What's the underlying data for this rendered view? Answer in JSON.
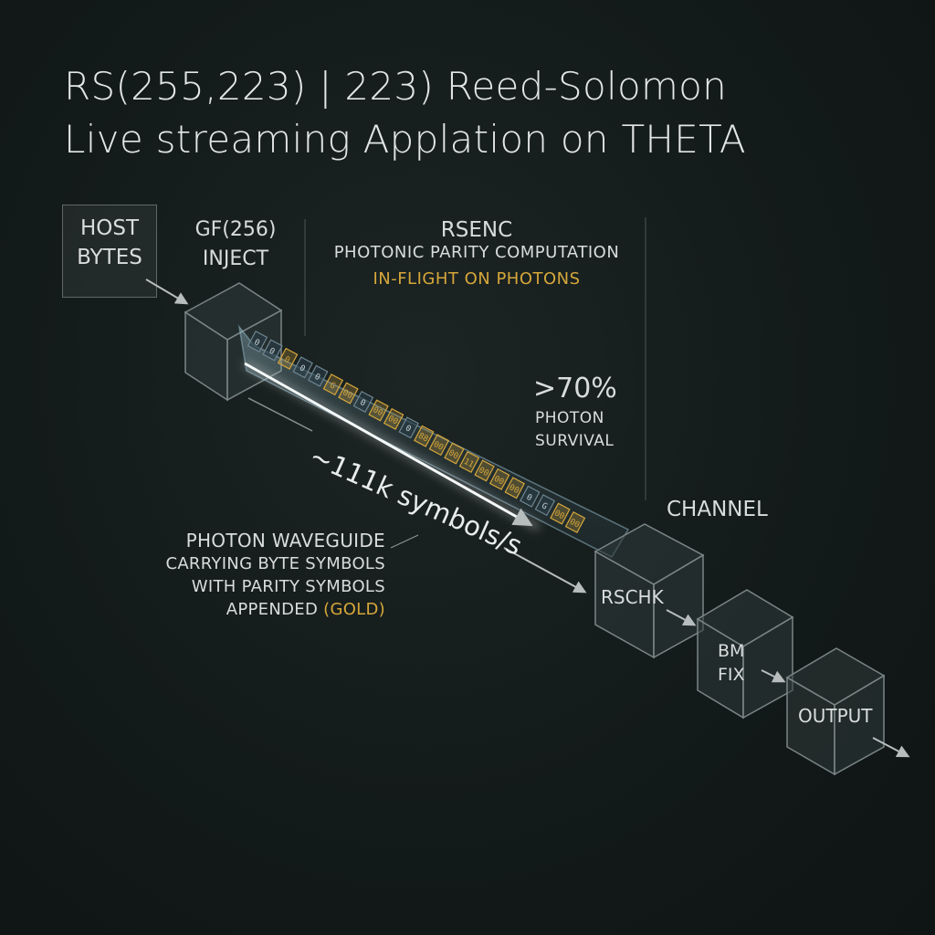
{
  "title": {
    "line1": "RS(255,223) | 223) Reed-Solomon",
    "line2": "Live streaming Applation on THETA"
  },
  "stages": {
    "host": {
      "line1": "HOST",
      "line2": "BYTES"
    },
    "inject": {
      "line1": "GF(256)",
      "line2": "INJECT"
    },
    "rsenc": {
      "name": "RSENC",
      "description": "PHOTONIC PARITY COMPUTATION",
      "highlight": "IN-FLIGHT ON PHOTONS"
    },
    "channel": {
      "name": "CHANNEL"
    },
    "rschk": {
      "name": "RSCHK"
    },
    "bmfix": {
      "line1": "BM",
      "line2": "FIX"
    },
    "output": {
      "name": "OUTPUT"
    }
  },
  "survival": {
    "value": ">70%",
    "line1": "PHOTON",
    "line2": "SURVIVAL"
  },
  "stream_rate": "~111k symbols/s",
  "waveguide_caption": {
    "line1": "PHOTON WAVEGUIDE",
    "line2": "CARRYING BYTE SYMBOLS",
    "line3": "WITH PARITY SYMBOLS",
    "line4_prefix": "APPENDED ",
    "line4_gold": "(GOLD)"
  },
  "symbols": [
    "0",
    "0",
    "0",
    "0",
    "0",
    "G",
    "00",
    "0",
    "00",
    "00",
    "0",
    "88",
    "00",
    "00",
    "11",
    "00",
    "00",
    "00",
    "0",
    "G",
    "00",
    "00"
  ],
  "colors": {
    "background": "#131a1a",
    "gold": "#d6a73a",
    "symbol_data": "#6f8590",
    "cube_edge": "#7b8585",
    "waveguide_glow": "#9fc8d6"
  }
}
